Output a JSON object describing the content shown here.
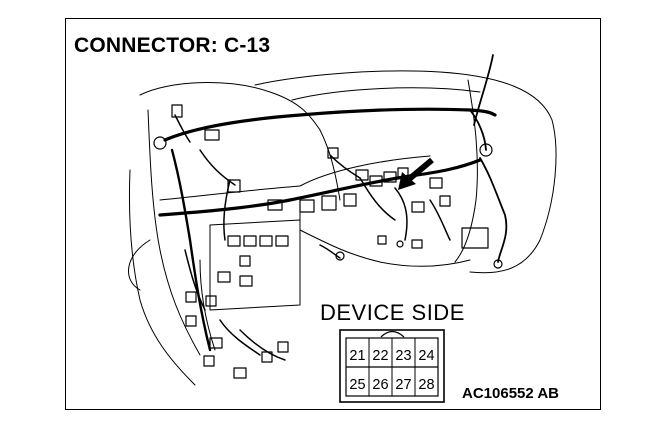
{
  "title": "CONNECTOR: C-13",
  "device_side_label": "DEVICE SIDE",
  "figure_code": "AC106552 AB",
  "connector": {
    "top_row": [
      "21",
      "22",
      "23",
      "24"
    ],
    "bottom_row": [
      "25",
      "26",
      "27",
      "28"
    ]
  }
}
